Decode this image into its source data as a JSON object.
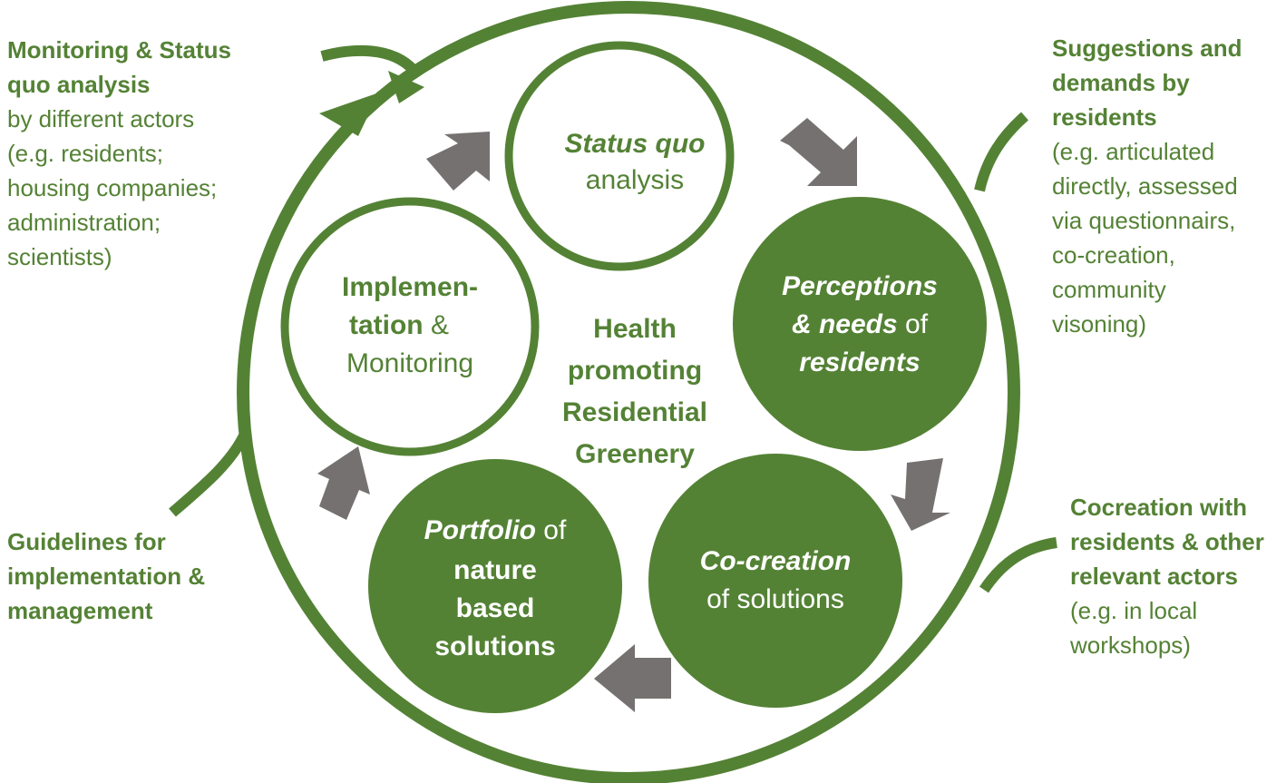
{
  "colors": {
    "green": "#548235",
    "arrow_gray": "#767171",
    "background": "#ffffff"
  },
  "center": {
    "line1": "Health",
    "line2": "promoting",
    "line3": "Residential",
    "line4": "Greenery"
  },
  "nodes": {
    "status_quo": {
      "italic_bold": "Status quo",
      "plain": "analysis"
    },
    "perceptions": {
      "line1_italic_bold": "Perceptions",
      "line2_italic_bold": "& needs",
      "line2_plain": " of",
      "line3_italic_bold": "residents"
    },
    "cocreation": {
      "italic_bold": "Co-creation",
      "plain": "of solutions"
    },
    "portfolio": {
      "line1_italic_bold": "Portfolio",
      "line1_plain": " of",
      "line2_bold": "nature",
      "line3_bold": "based",
      "line4_bold": "solutions"
    },
    "implementation": {
      "line1_bold": "Implemen-",
      "line2_bold": "tation",
      "line2_plain": " &",
      "line3_plain": "Monitoring"
    }
  },
  "notes": {
    "top_left": {
      "bold_lines": [
        "Monitoring & Status",
        "quo analysis"
      ],
      "lines": [
        "by different actors",
        "(e.g. residents;",
        "housing companies;",
        "administration;",
        "scientists)"
      ]
    },
    "top_right": {
      "bold_lines": [
        "Suggestions and",
        "demands by",
        "residents"
      ],
      "lines": [
        "(e.g. articulated",
        "directly, assessed",
        "via questionnairs,",
        "co-creation,",
        "community",
        "visoning)"
      ]
    },
    "bottom_left": {
      "bold_lines": [
        "Guidelines for",
        "implementation &",
        "management"
      ],
      "lines": []
    },
    "bottom_right": {
      "bold_lines": [
        "Cocreation with",
        "residents & other",
        "relevant actors"
      ],
      "lines": [
        "(e.g. in local",
        "workshops)"
      ]
    }
  }
}
